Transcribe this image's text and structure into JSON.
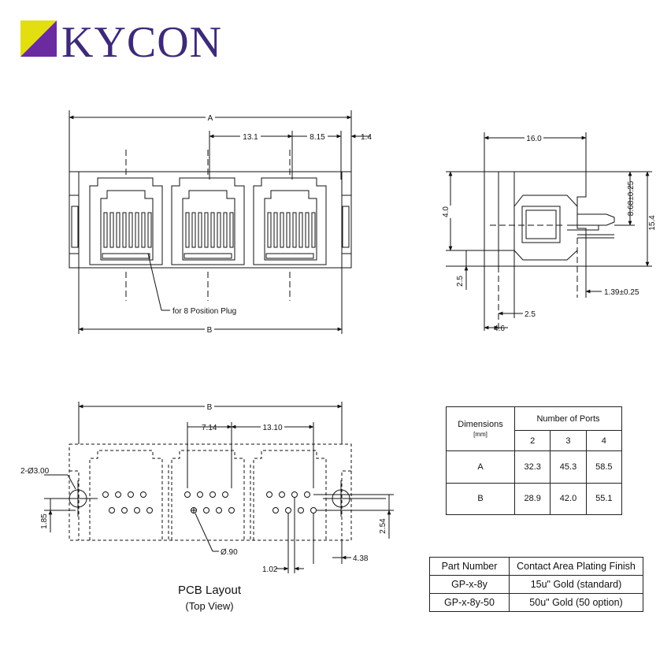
{
  "brand": {
    "name": "KYCON",
    "colors": {
      "text": "#3d2a78",
      "triangle_yellow": "#e3de10",
      "triangle_purple": "#6b2aa0"
    }
  },
  "front_view": {
    "dim_total": "A",
    "dim_pitch": "13.1",
    "dim_offset": "8.15",
    "dim_edge": "1.4",
    "dim_width": "B",
    "plug_note": "for 8 Position Plug"
  },
  "side_view": {
    "dim_depth": "16.0",
    "dim_height": "15.4",
    "dim_center": "8.68±0.25",
    "dim_upper": "4.0",
    "dim_lower": "2.5",
    "dim_pin_spacing": "1.39±0.25",
    "dim_post": "2.5",
    "dim_post_offset": "4.6"
  },
  "pcb_view": {
    "dim_width": "B",
    "dim_pin_pitch": "7.14",
    "dim_port_pitch": "13.10",
    "dim_holes": "2-Ø3.00",
    "dim_row_offset": "1.85",
    "dim_pin_dia": "Ø.90",
    "dim_row_pitch": "1.02",
    "dim_row_height": "2.54",
    "dim_edge": "4.38",
    "title": "PCB Layout",
    "subtitle": "(Top View)"
  },
  "dimensions_table": {
    "header_dims": "Dimensions",
    "header_unit": "[mm]",
    "header_ports": "Number of Ports",
    "ports": [
      "2",
      "3",
      "4"
    ],
    "rows": [
      {
        "label": "A",
        "values": [
          "32.3",
          "45.3",
          "58.5"
        ]
      },
      {
        "label": "B",
        "values": [
          "28.9",
          "42.0",
          "55.1"
        ]
      }
    ]
  },
  "part_table": {
    "headers": [
      "Part Number",
      "Contact Area Plating Finish"
    ],
    "rows": [
      [
        "GP-x-8y",
        "15u\" Gold (standard)"
      ],
      [
        "GP-x-8y-50",
        "50u\" Gold (50 option)"
      ]
    ]
  }
}
